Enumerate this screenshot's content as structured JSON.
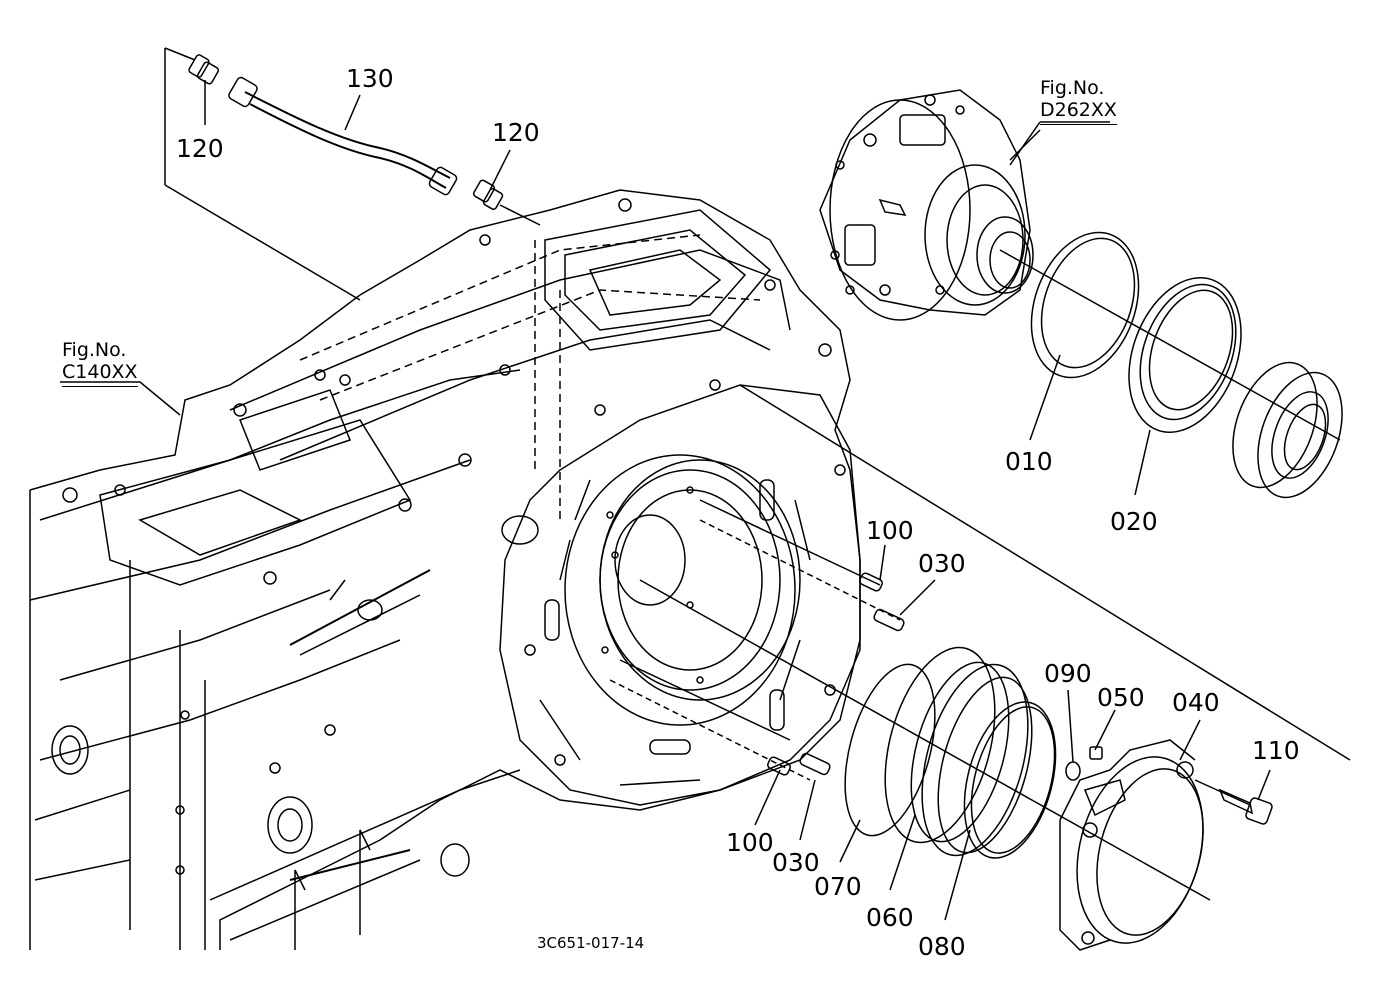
{
  "references": {
    "left": {
      "fig": "Fig.No.",
      "code": "C140XX"
    },
    "right": {
      "fig": "Fig.No.",
      "code": "D262XX"
    }
  },
  "parts": {
    "p130": "130",
    "p120a": "120",
    "p120b": "120",
    "p010": "010",
    "p020": "020",
    "p100a": "100",
    "p030a": "030",
    "p100b": "100",
    "p030b": "030",
    "p070": "070",
    "p060": "060",
    "p080": "080",
    "p090": "090",
    "p050": "050",
    "p040": "040",
    "p110": "110"
  },
  "document_id": "3C651-017-14",
  "colors": {
    "line": "#000000",
    "background": "#ffffff"
  }
}
